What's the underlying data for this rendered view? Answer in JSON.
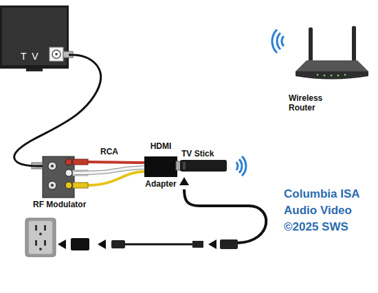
{
  "diagram": {
    "nodes": [
      {
        "text": [
          "T V"
        ]
      },
      {
        "text": [
          "RF Modulator"
        ]
      },
      {
        "text": [
          "HDMI",
          "Adapter"
        ]
      },
      {
        "text": [
          "TV Stick"
        ]
      },
      {
        "text": [
          "Wireless Router"
        ]
      }
    ],
    "edges": [
      {
        "from": 0,
        "to": 1,
        "arrow": "none"
      },
      {
        "from": 1,
        "to": 2,
        "label": "RCA",
        "arrow": "none"
      }
    ],
    "labels": [
      "Columbia ISA",
      "Audio Video",
      "©2025 SWS"
    ]
  }
}
